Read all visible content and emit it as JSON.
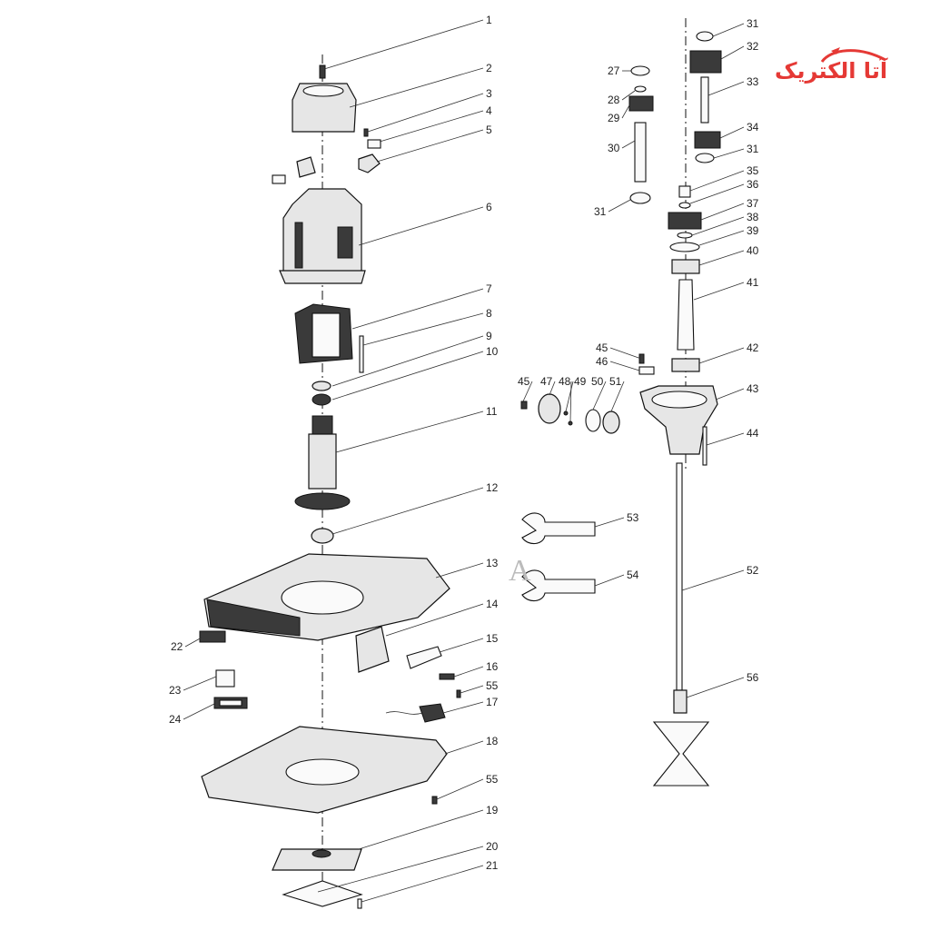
{
  "logo": {
    "text": "آتا الکتریک",
    "color": "#e53935"
  },
  "watermark": {
    "text": "A"
  },
  "part_labels": [
    "1",
    "2",
    "3",
    "4",
    "5",
    "6",
    "7",
    "8",
    "9",
    "10",
    "11",
    "12",
    "13",
    "14",
    "15",
    "16",
    "55",
    "17",
    "18",
    "55",
    "19",
    "20",
    "21",
    "22",
    "23",
    "24",
    "31",
    "32",
    "27",
    "28",
    "29",
    "33",
    "30",
    "34",
    "31",
    "31",
    "35",
    "36",
    "37",
    "38",
    "39",
    "40",
    "41",
    "42",
    "43",
    "44",
    "45",
    "46",
    "45",
    "47",
    "48",
    "49",
    "50",
    "51",
    "52",
    "53",
    "54",
    "56"
  ]
}
